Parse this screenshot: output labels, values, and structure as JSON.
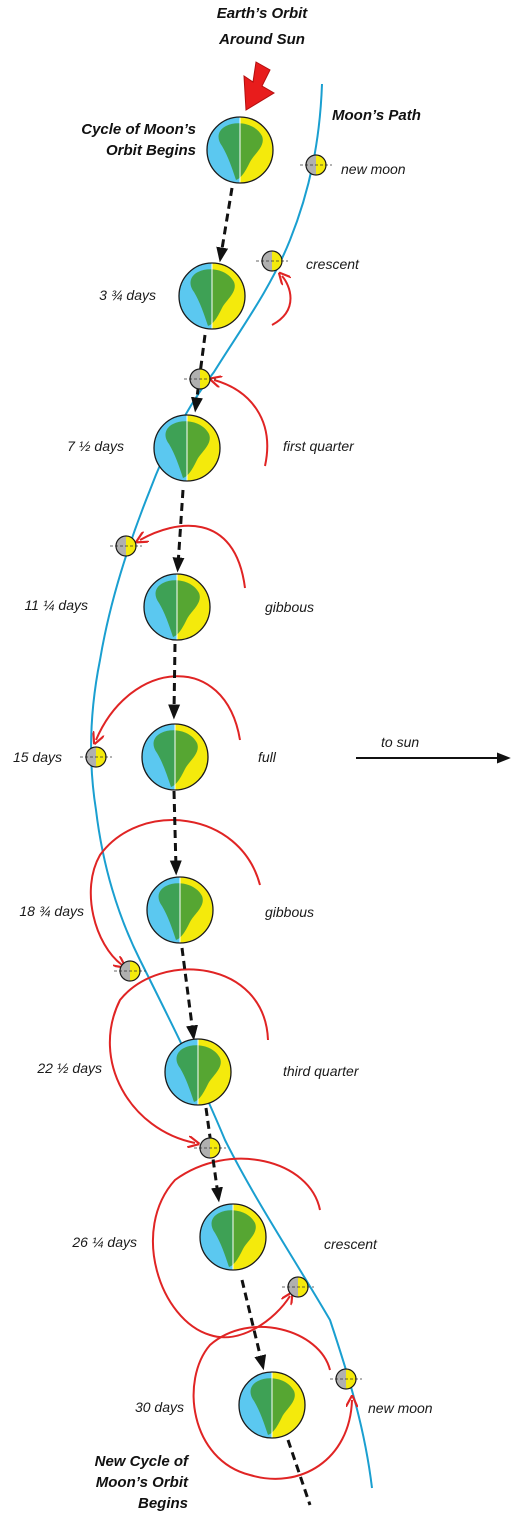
{
  "title": {
    "line1": "Earth’s Orbit",
    "line2": "Around Sun"
  },
  "labels": {
    "moons_path": "Moon’s Path",
    "cycle_begins_line1": "Cycle of Moon’s",
    "cycle_begins_line2": "Orbit Begins",
    "new_cycle_line1": "New Cycle of",
    "new_cycle_line2": "Moon’s Orbit",
    "new_cycle_line3": "Begins",
    "to_sun": "to sun"
  },
  "days": [
    "3 ¾ days",
    "7 ½ days",
    "11 ¼ days",
    "15 days",
    "18 ¾ days",
    "22 ½ days",
    "26 ¼ days",
    "30 days"
  ],
  "phases": [
    "new moon",
    "crescent",
    "first quarter",
    "gibbous",
    "full",
    "gibbous",
    "third quarter",
    "crescent",
    "new moon"
  ],
  "colors": {
    "ocean": "#5bc8f0",
    "land": "#3a9a3a",
    "lit": "#f4ea0c",
    "moon_dark": "#b0b0b0",
    "orbit": "#1a9fd0",
    "arc": "#e02424",
    "arrow": "#e81c1c"
  }
}
